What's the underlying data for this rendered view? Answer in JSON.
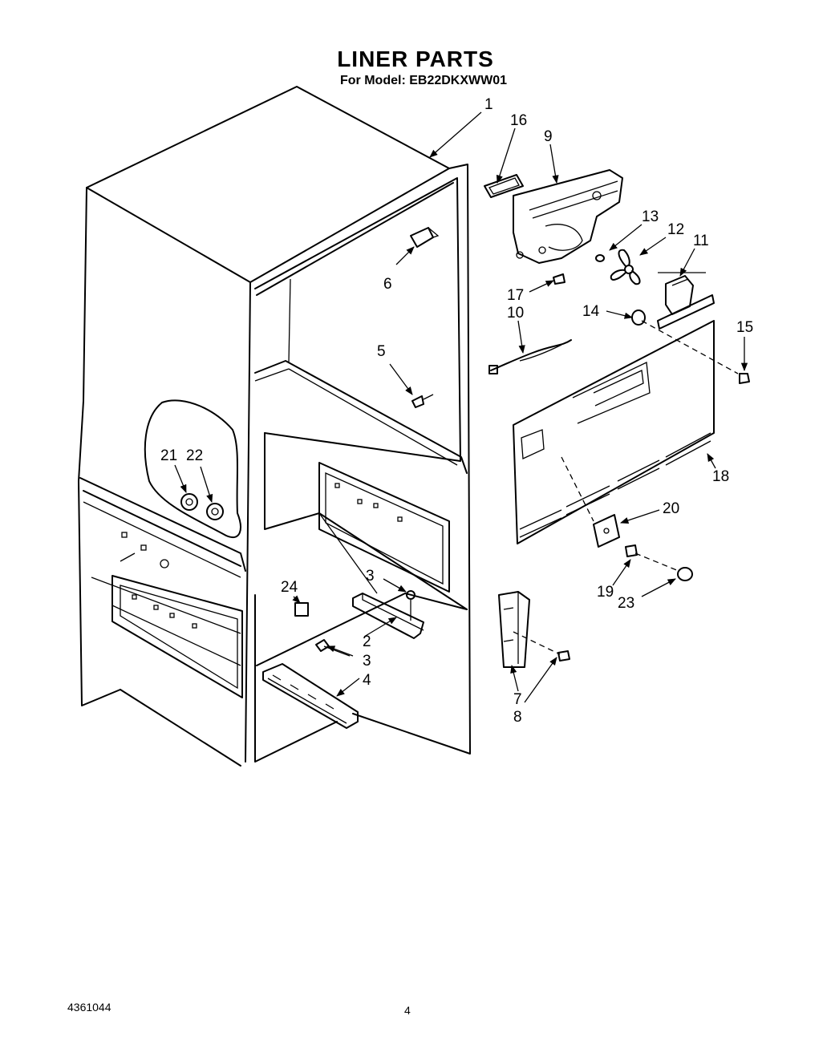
{
  "header": {
    "title": "LINER PARTS",
    "subtitle": "For Model: EB22DKXWW01"
  },
  "footer": {
    "code": "4361044",
    "page": "4"
  },
  "callouts": {
    "c1": "1",
    "c2": "2",
    "c3a": "3",
    "c3b": "3",
    "c4": "4",
    "c5": "5",
    "c6": "6",
    "c7": "7",
    "c8": "8",
    "c9": "9",
    "c10": "10",
    "c11": "11",
    "c12": "12",
    "c13": "13",
    "c14": "14",
    "c15": "15",
    "c16": "16",
    "c17": "17",
    "c18": "18",
    "c19": "19",
    "c20": "20",
    "c21": "21",
    "c22": "22",
    "c23": "23",
    "c24": "24"
  }
}
